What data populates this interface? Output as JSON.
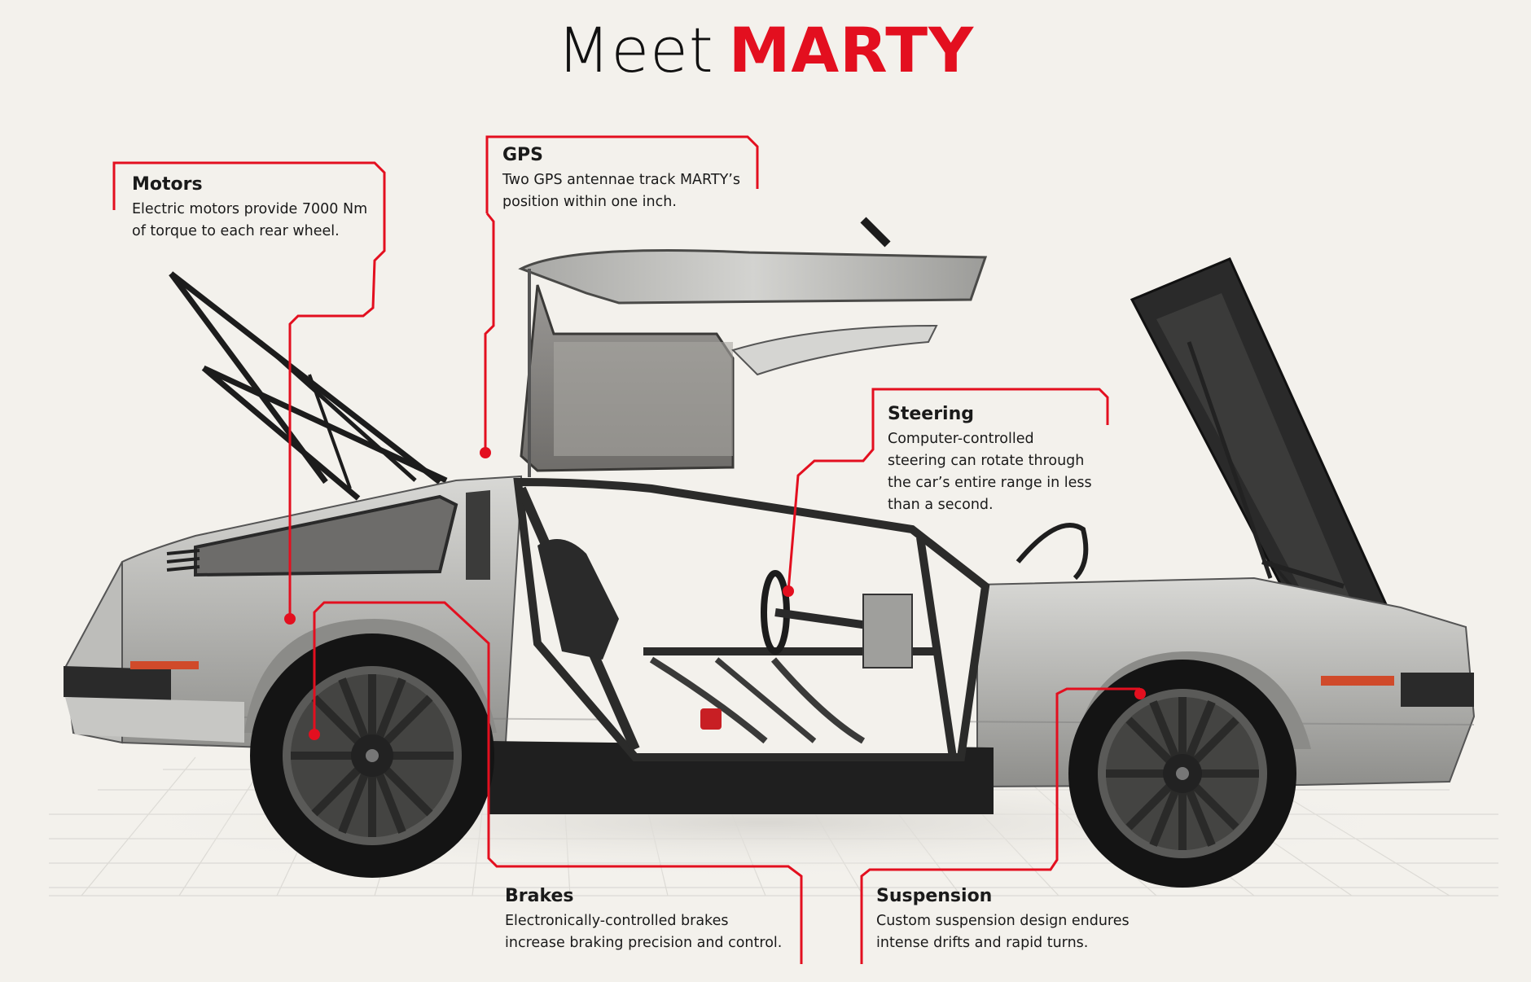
{
  "title": {
    "prefix": "Meet",
    "name": "MARTY"
  },
  "colors": {
    "accent": "#e30f1f",
    "text": "#1a1a1a",
    "background": "#f3f1ec",
    "body_panel": "#b9b9b6"
  },
  "illustration": "delorean-side-view",
  "callouts": {
    "motors": {
      "heading": "Motors",
      "body": "Electric motors provide 7000 Nm\nof torque to each rear wheel."
    },
    "gps": {
      "heading": "GPS",
      "body": "Two GPS antennae track MARTY’s\nposition within one inch."
    },
    "steering": {
      "heading": "Steering",
      "body": "Computer-controlled\nsteering can rotate through\nthe car’s entire range in less\nthan a second."
    },
    "brakes": {
      "heading": "Brakes",
      "body": "Electronically-controlled brakes\nincrease braking precision and control."
    },
    "suspension": {
      "heading": "Suspension",
      "body": "Custom suspension design endures\nintense drifts and rapid turns."
    }
  }
}
